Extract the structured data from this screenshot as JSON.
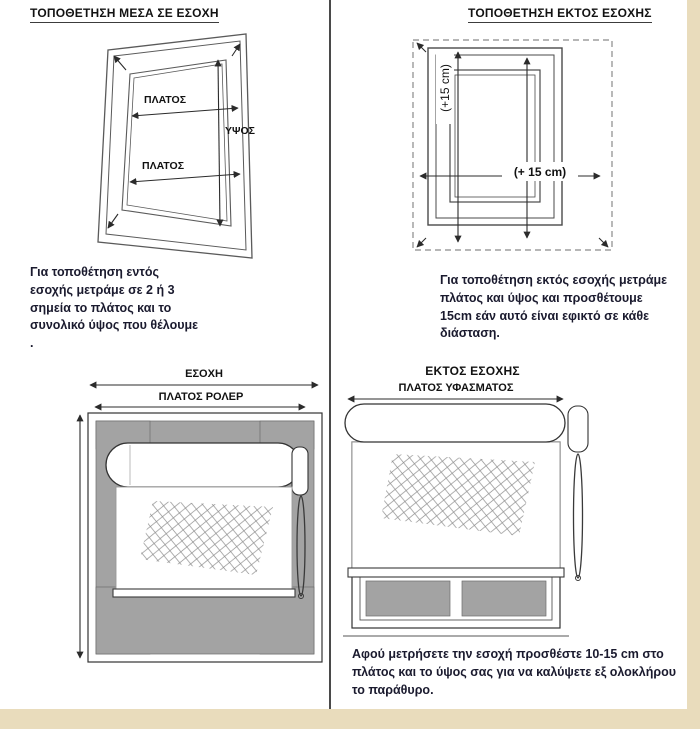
{
  "colors": {
    "page_background": "#ffffff",
    "frame_beige": "#e9dcbc",
    "divider_gray": "#4a4a4a",
    "panel_gray": "#a3a3a3"
  },
  "top_left": {
    "title": "ΤΟΠΟΘΕΤΗΣΗ ΜΕΣΑ ΣΕ ΕΣΟΧΗ",
    "width_label_top": "ΠΛΑΤΟΣ",
    "width_label_bottom": "ΠΛΑΤΟΣ",
    "height_label": "ΥΨΟΣ",
    "caption": "Για τοποθέτηση εντός εσοχής μετράμε σε 2 ή 3 σημεία το πλάτος και το συνολικό ύψος που θέλουμε ."
  },
  "top_right": {
    "title": "ΤΟΠΟΘΕΤΗΣΗ ΕΚΤΟΣ ΕΣΟΧΗΣ",
    "vertical_allowance_label": "(+15 cm)",
    "horizontal_allowance_label": "(+ 15 cm)",
    "caption": "Για τοποθέτηση εκτός εσοχής μετράμε πλάτος και ύψος και προσθέτουμε 15cm εάν αυτό είναι εφικτό σε κάθε διάσταση."
  },
  "bottom_left": {
    "recess_label": "ΕΣΟΧΗ",
    "roller_width_label": "ΠΛΑΤΟΣ ΡΟΛΕΡ"
  },
  "bottom_right": {
    "title": "ΕΚΤΟΣ ΕΣΟΧΗΣ",
    "fabric_width_label": "ΠΛΑΤΟΣ ΥΦΑΣΜΑΤΟΣ",
    "caption": "Αφού μετρήσετε την εσοχή προσθέστε 10-15 cm στο πλάτος και το ύψος σας για να καλύψετε εξ ολοκλήρου το παράθυρο."
  }
}
